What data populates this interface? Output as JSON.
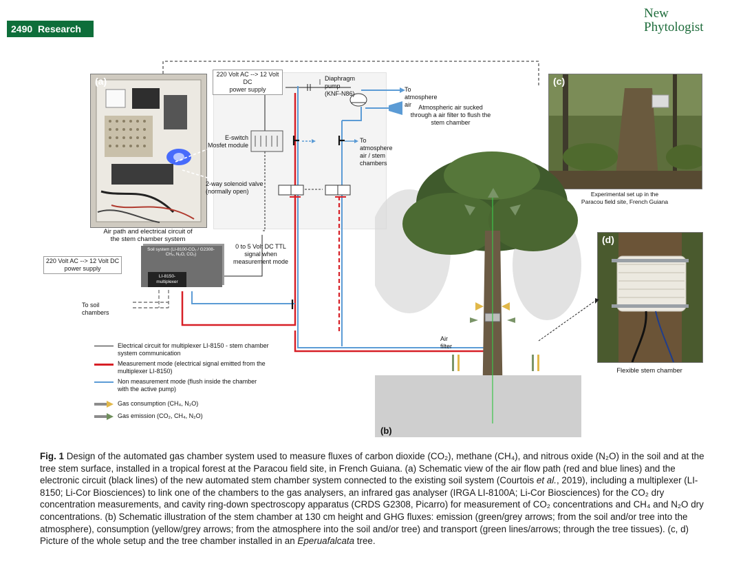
{
  "header": {
    "page_number": "2490",
    "section": "Research",
    "journal_line1": "New",
    "journal_line2": "Phytologist"
  },
  "panels": {
    "a": {
      "label": "(a)",
      "caption_line1": "Air path and electrical circuit of",
      "caption_line2": "the stem chamber system"
    },
    "b": {
      "label": "(b)"
    },
    "c": {
      "label": "(c)",
      "caption_line1": "Experimental set up in the",
      "caption_line2": "Paracou field site, French Guiana"
    },
    "d": {
      "label": "(d)",
      "caption": "Flexible stem chamber"
    }
  },
  "schematic": {
    "psu_top_line1": "220 Volt AC --> 12 Volt DC",
    "psu_top_line2": "power supply",
    "pump": "Diaphragm pump (KNF-N86)",
    "to_atmosphere_air": "To atmosphere air",
    "atm_sucked_line1": "Atmospheric air sucked",
    "atm_sucked_line2": "through a air filter to flush the",
    "atm_sucked_line3": "stem chamber",
    "eswitch_line1": "E-switch",
    "eswitch_line2": "Mosfet module",
    "to_atm_stem": "To atmosphere air / stem chambers",
    "solenoid_line1": "2-way solenoid valve",
    "solenoid_line2": "(normally open)",
    "ttl_line1": "0 to 5 Volt DC TTL",
    "ttl_line2": "signal when",
    "ttl_line3": "measurement mode",
    "psu_left_line1": "220 Volt AC --> 12 Volt DC",
    "psu_left_line2": "power supply",
    "soil_system": "Soil system (LI-8100-CO₂ / G2308-CH₄, N₂O, CO₂)",
    "multiplexer_line1": "LI-8150-",
    "multiplexer_line2": "multiplexer",
    "to_soil_chambers": "To soil chambers",
    "air_filter": "Air filter"
  },
  "legend": [
    {
      "text_line1": "Electrical circuit for multiplexer LI-8150 - stem chamber",
      "text_line2": "system communication"
    },
    {
      "text_line1": "Measurement mode (electrical signal emitted from the",
      "text_line2": "multiplexer LI-8150)"
    },
    {
      "text_line1": "Non measurement mode (flush inside the chamber",
      "text_line2": "with the active pump)"
    },
    {
      "text_line1": "Gas consumption (CH₄, N₂O)"
    },
    {
      "text_line1": "Gas emission (CO₂, CH₄, N₂O)"
    }
  ],
  "caption": {
    "fig_label": "Fig. 1",
    "part1": " Design of the automated gas chamber system used to measure fluxes of carbon dioxide (CO₂), methane (CH₄), and nitrous oxide (N₂O) in the soil and at the tree stem surface, installed in a tropical forest at the Paracou field site, in French Guiana. (a) Schematic view of the air flow path (red and blue lines) and the electronic circuit (black lines) of the new automated stem chamber system connected to the existing soil system (Courtois ",
    "etal": "et al.",
    "part2": ", 2019), including a multiplexer (LI-8150; Li-Cor Biosciences) to link one of the chambers to the gas analysers, an infrared gas analyser (IRGA LI-8100A; Li-Cor Biosciences) for the CO₂ dry concentration measurements, and cavity ring-down spectroscopy apparatus (CRDS G2308, Picarro) for measurement of CO₂ concentrations and CH₄ and N₂O dry concentrations. (b) Schematic illustration of the stem chamber at 130 cm height and GHG fluxes: emission (green/grey arrows; from the soil and/or tree into the atmosphere), consumption (yellow/grey arrows; from the atmosphere into the soil and/or tree) and transport (green lines/arrows; through the tree tissues). (c, d) Picture of the whole setup and the tree chamber installed in an ",
    "species": "Eperuafalcata",
    "part3": " tree."
  },
  "colors": {
    "brand_green": "#0e6e3a",
    "red_line": "#d71f26",
    "blue_line": "#5b9bd5",
    "arrow_green": "#6f8f5c",
    "arrow_grey": "#8c8c8c",
    "arrow_yellow": "#e1b84a"
  }
}
